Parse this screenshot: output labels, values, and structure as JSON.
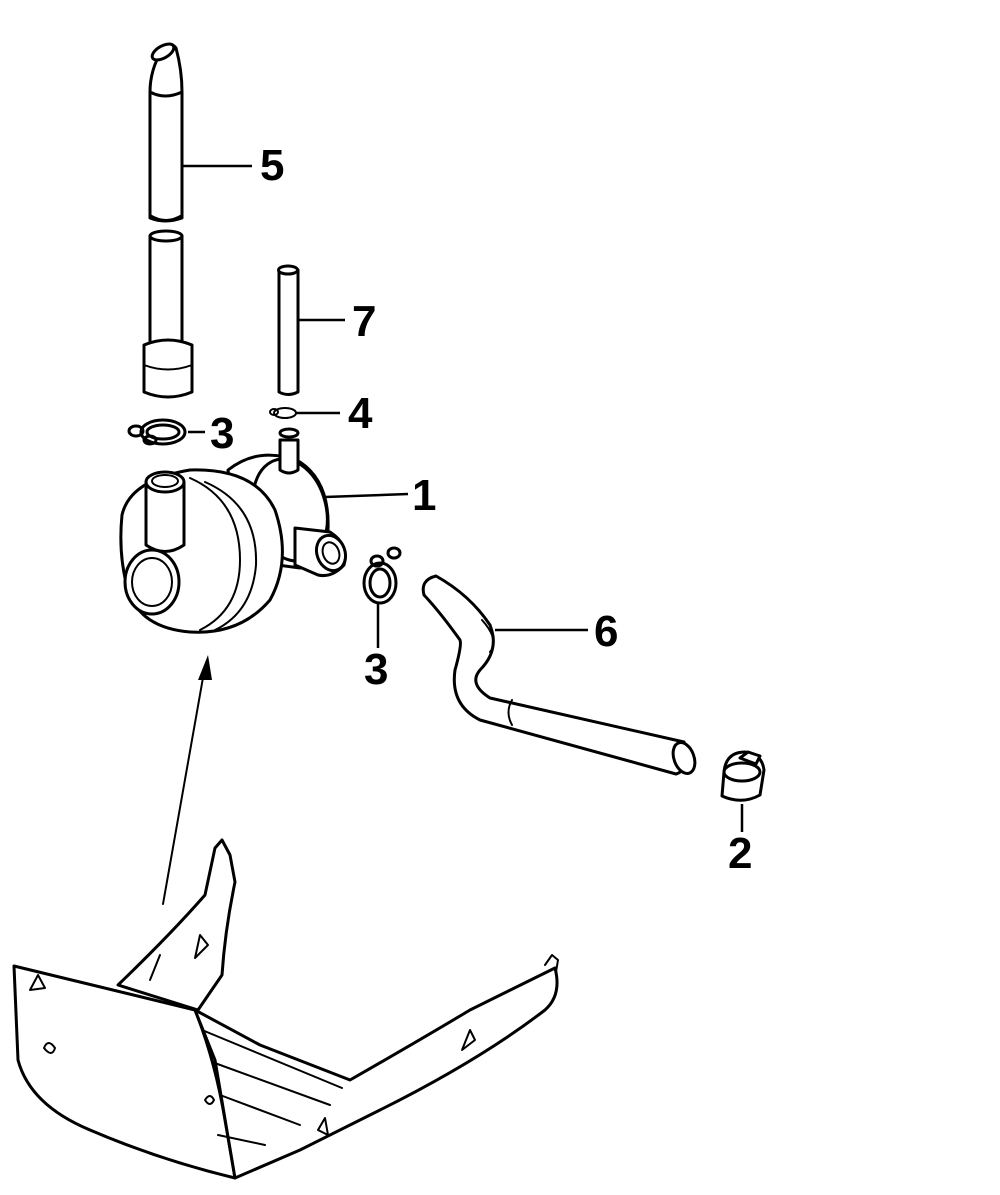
{
  "colors": {
    "line": "#000000",
    "background": "#ffffff"
  },
  "callouts": {
    "c1": "1",
    "c2": "2",
    "c3a": "3",
    "c3b": "3",
    "c4": "4",
    "c5": "5",
    "c6": "6",
    "c7": "7"
  }
}
